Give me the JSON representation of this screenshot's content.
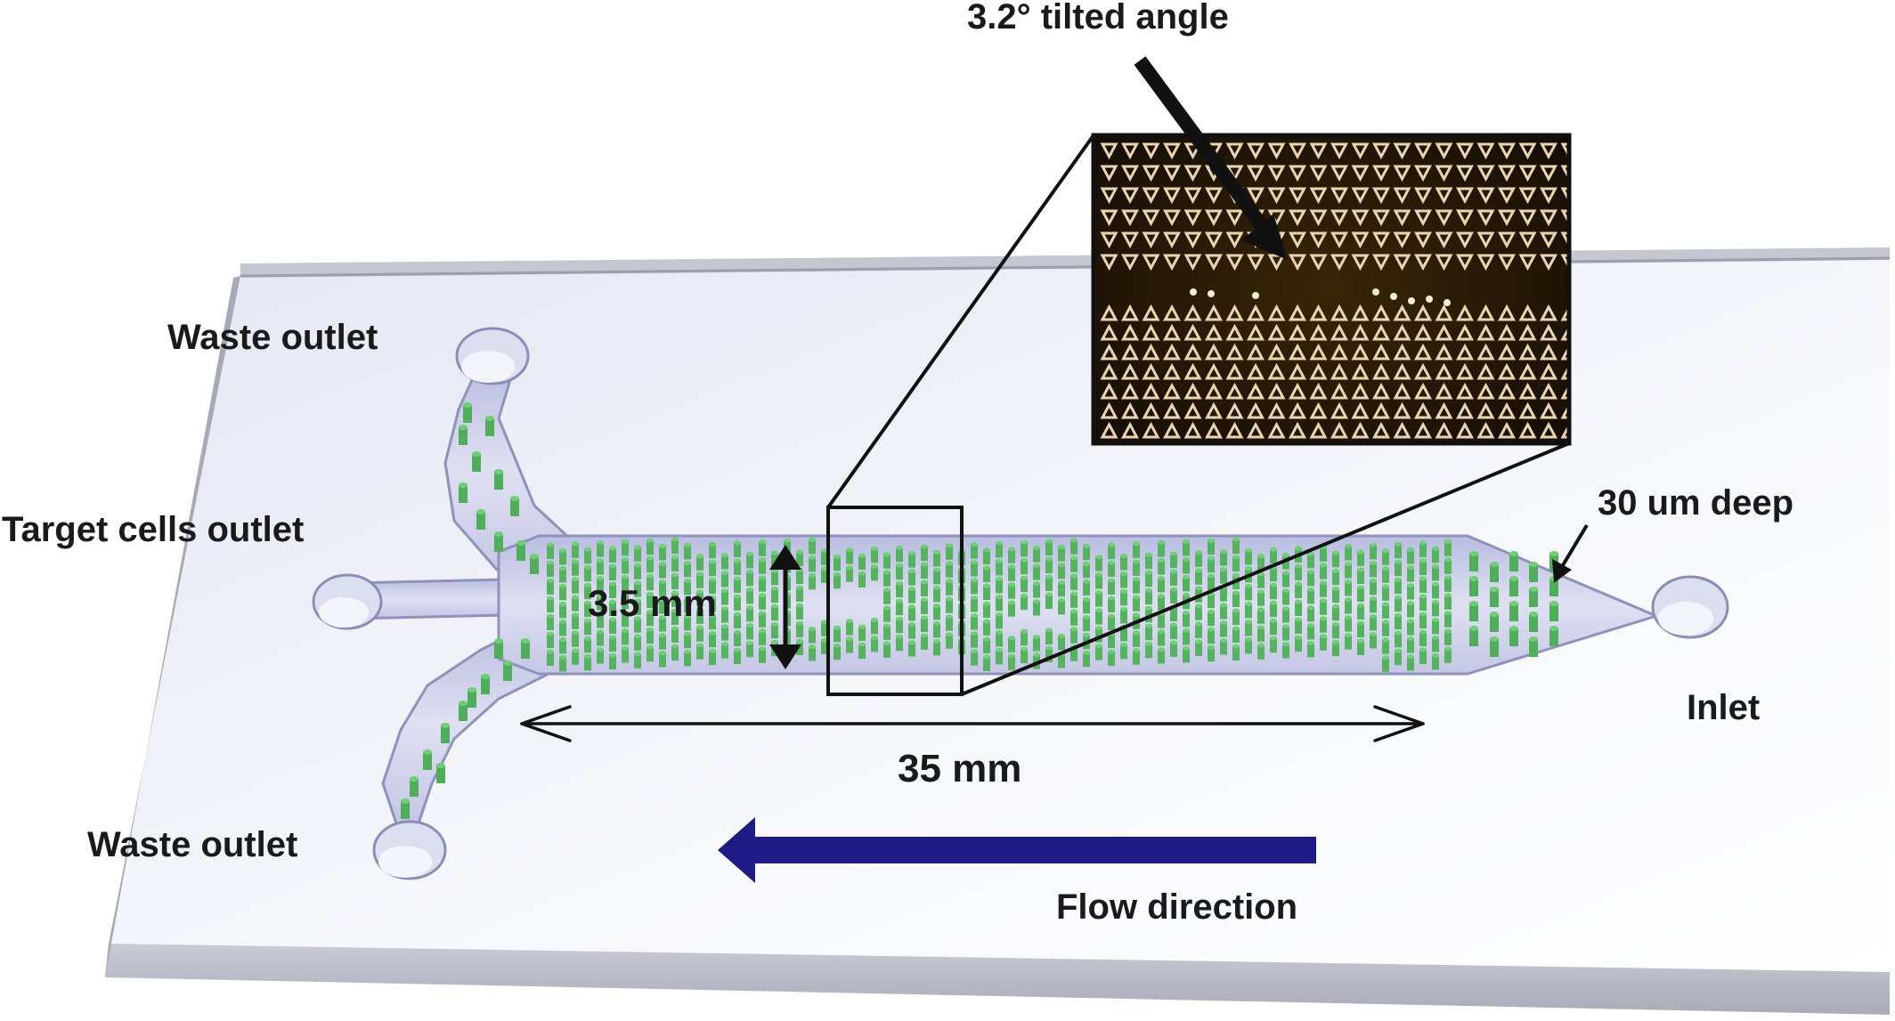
{
  "labels": {
    "tilt_angle": "3.2° tilted angle",
    "waste_outlet_top": "Waste outlet",
    "target_cells_outlet": "Target cells outlet",
    "waste_outlet_bottom": "Waste outlet",
    "channel_width": "3.5 mm",
    "depth": "30 um deep",
    "inlet": "Inlet",
    "channel_length": "35 mm",
    "flow_direction": "Flow direction"
  },
  "colors": {
    "chip_face": "#eef0f7",
    "chip_edge": "#b9bbc8",
    "channel_fill": "#cfd1e8",
    "channel_outline": "#9a9cc0",
    "micropillar": "#6fcf77",
    "flow_arrow": "#1e1a86",
    "micrograph_bg": "#1b1106",
    "micrograph_triangle": "#e9d6b0"
  },
  "icons": {
    "flow_arrow": "left-arrow-icon",
    "dimension_arrow": "double-headed-arrow-icon"
  }
}
